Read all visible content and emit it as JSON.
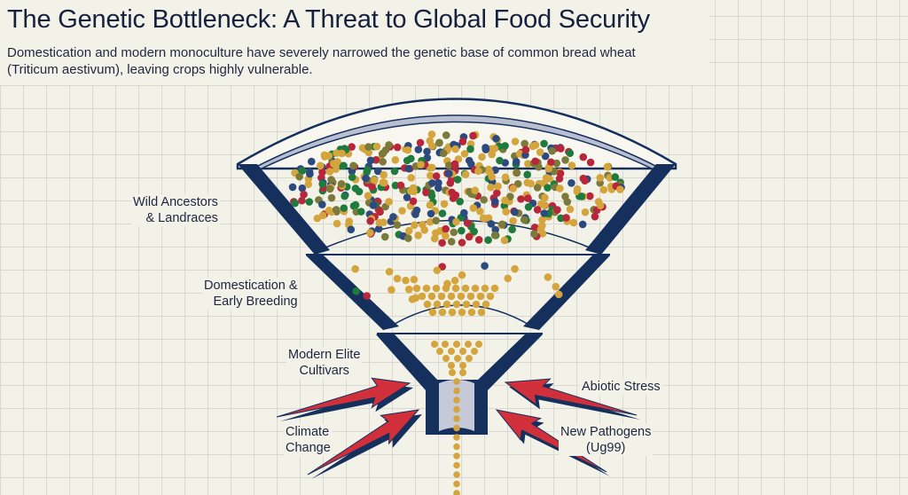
{
  "header": {
    "title": "The Genetic Bottleneck: A Threat to Global Food Security",
    "subtitle": "Domestication and modern monoculture have severely narrowed the genetic base of common bread wheat (Triticum aestivum), leaving crops highly vulnerable."
  },
  "stages": [
    {
      "line1": "Wild Ancestors",
      "line2": "& Landraces"
    },
    {
      "line1": "Domestication &",
      "line2": "Early Breeding"
    },
    {
      "line1": "Modern Elite",
      "line2": "Cultivars"
    }
  ],
  "threats": [
    {
      "line1": "Climate",
      "line2": "Change"
    },
    {
      "line1": "Abiotic Stress",
      "line2": ""
    },
    {
      "line1": "New Pathogens",
      "line2": "(Ug99)"
    }
  ],
  "colors": {
    "navy": "#16305e",
    "arrow_red": "#d1303a",
    "dots": [
      "#b8263a",
      "#1f7a3e",
      "#2d4a7f",
      "#d4a53c",
      "#d4a53c",
      "#7b7a3a"
    ],
    "gold": "#d4a53c"
  }
}
